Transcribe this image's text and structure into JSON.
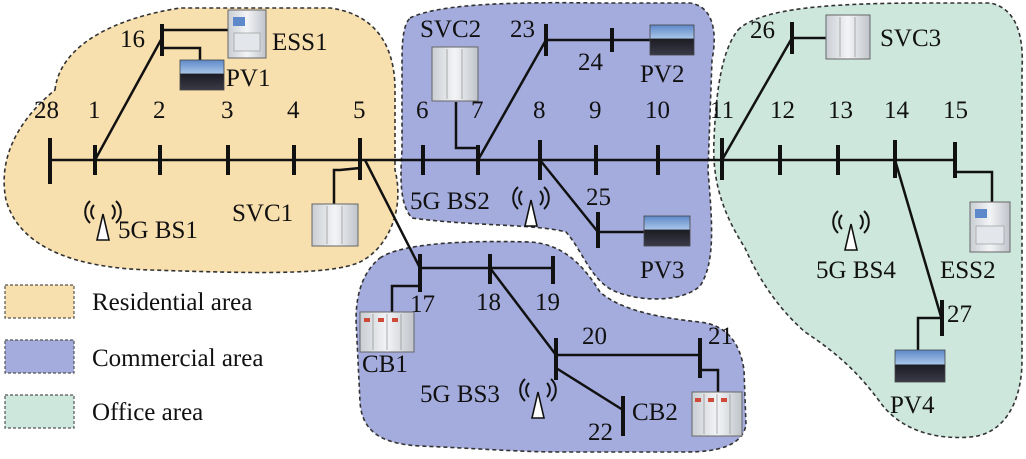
{
  "colors": {
    "residential": "#f8dfae",
    "commercial": "#a4acdd",
    "office": "#cde7dd"
  },
  "legend": [
    {
      "key": "residential",
      "label": "Residential area"
    },
    {
      "key": "commercial",
      "label": "Commercial area"
    },
    {
      "key": "office",
      "label": "Office area"
    }
  ],
  "nodes": {
    "n28": "28",
    "n1": "1",
    "n2": "2",
    "n3": "3",
    "n4": "4",
    "n5": "5",
    "n6": "6",
    "n7": "7",
    "n8": "8",
    "n9": "9",
    "n10": "10",
    "n11": "11",
    "n12": "12",
    "n13": "13",
    "n14": "14",
    "n15": "15",
    "n16": "16",
    "n17": "17",
    "n18": "18",
    "n19": "19",
    "n20": "20",
    "n21": "21",
    "n22": "22",
    "n23": "23",
    "n24": "24",
    "n25": "25",
    "n26": "26",
    "n27": "27"
  },
  "devices": {
    "ess1": "ESS1",
    "pv1": "PV1",
    "svc1": "SVC1",
    "bs1": "5G BS1",
    "svc2": "SVC2",
    "pv2": "PV2",
    "bs2": "5G BS2",
    "pv3": "PV3",
    "svc3": "SVC3",
    "bs4": "5G BS4",
    "ess2": "ESS2",
    "pv4": "PV4",
    "cb1": "CB1",
    "bs3": "5G BS3",
    "cb2": "CB2"
  }
}
